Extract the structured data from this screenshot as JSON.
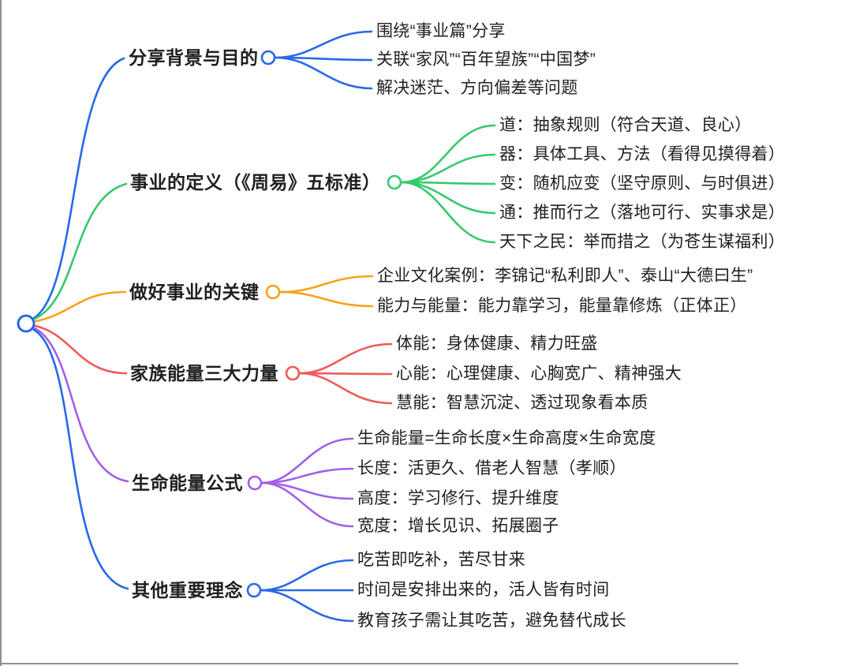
{
  "diagram": {
    "type": "mindmap",
    "colors": {
      "blue": "#2968E8",
      "green": "#35C96D",
      "orange": "#F9A11C",
      "red": "#F25959",
      "purple": "#A160E8",
      "text": "#1F1F1F",
      "frame": "#8F8F8F"
    },
    "root": {
      "color": "#2968E8"
    },
    "branches": [
      {
        "label": "分享背景与目的",
        "color": "#2968E8",
        "children": [
          "围绕“事业篇”分享",
          "关联“家风”“百年望族”“中国梦”",
          "解决迷茫、方向偏差等问题"
        ]
      },
      {
        "label": "事业的定义（《周易》五标准）",
        "color": "#35C96D",
        "children": [
          "道：抽象规则（符合天道、良心）",
          "器：具体工具、方法（看得见摸得着）",
          "变：随机应变（坚守原则、与时俱进）",
          "通：推而行之（落地可行、实事求是）",
          "天下之民：举而措之（为苍生谋福利）"
        ]
      },
      {
        "label": "做好事业的关键",
        "color": "#F9A11C",
        "children": [
          "企业文化案例：李锦记“私利即人”、泰山“大德曰生”",
          "能力与能量：能力靠学习，能量靠修炼（正体正）"
        ]
      },
      {
        "label": "家族能量三大力量",
        "color": "#F25959",
        "children": [
          "体能：身体健康、精力旺盛",
          "心能：心理健康、心胸宽广、精神强大",
          "慧能：智慧沉淀、透过现象看本质"
        ]
      },
      {
        "label": "生命能量公式",
        "color": "#A160E8",
        "children": [
          "生命能量=生命长度×生命高度×生命宽度",
          "长度：活更久、借老人智慧（孝顺）",
          "高度：学习修行、提升维度",
          "宽度：增长见识、拓展圈子"
        ]
      },
      {
        "label": "其他重要理念",
        "color": "#2968E8",
        "children": [
          "吃苦即吃补，苦尽甘来",
          "时间是安排出来的，活人皆有时间",
          "教育孩子需让其吃苦，避免替代成长"
        ]
      }
    ]
  }
}
